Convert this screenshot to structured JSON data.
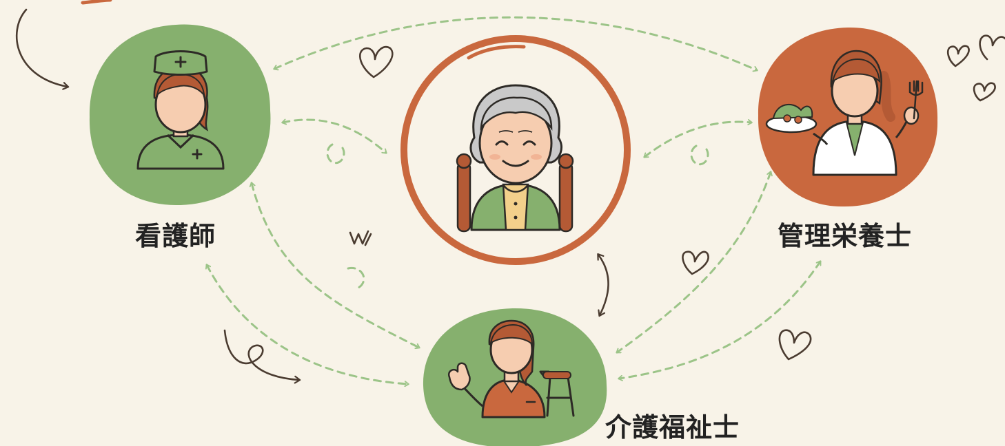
{
  "roles": {
    "nurse": {
      "label": "看護師",
      "icon": "nurse-icon"
    },
    "dietitian": {
      "label": "管理栄養士",
      "icon": "dietitian-icon"
    },
    "care_worker": {
      "label": "介護福祉士",
      "icon": "care-worker-icon"
    }
  },
  "center": {
    "icon": "elderly-person-icon"
  },
  "colors": {
    "background": "#f8f3e8",
    "green": "#86b06e",
    "green_light": "#9fc38a",
    "terracotta": "#c9683e",
    "skin": "#f6cdb0",
    "hair_brown": "#b45a35",
    "gray_hair": "#c9c9c9",
    "arrow_green": "#9cc488",
    "doodle_dark": "#4a3b30"
  }
}
